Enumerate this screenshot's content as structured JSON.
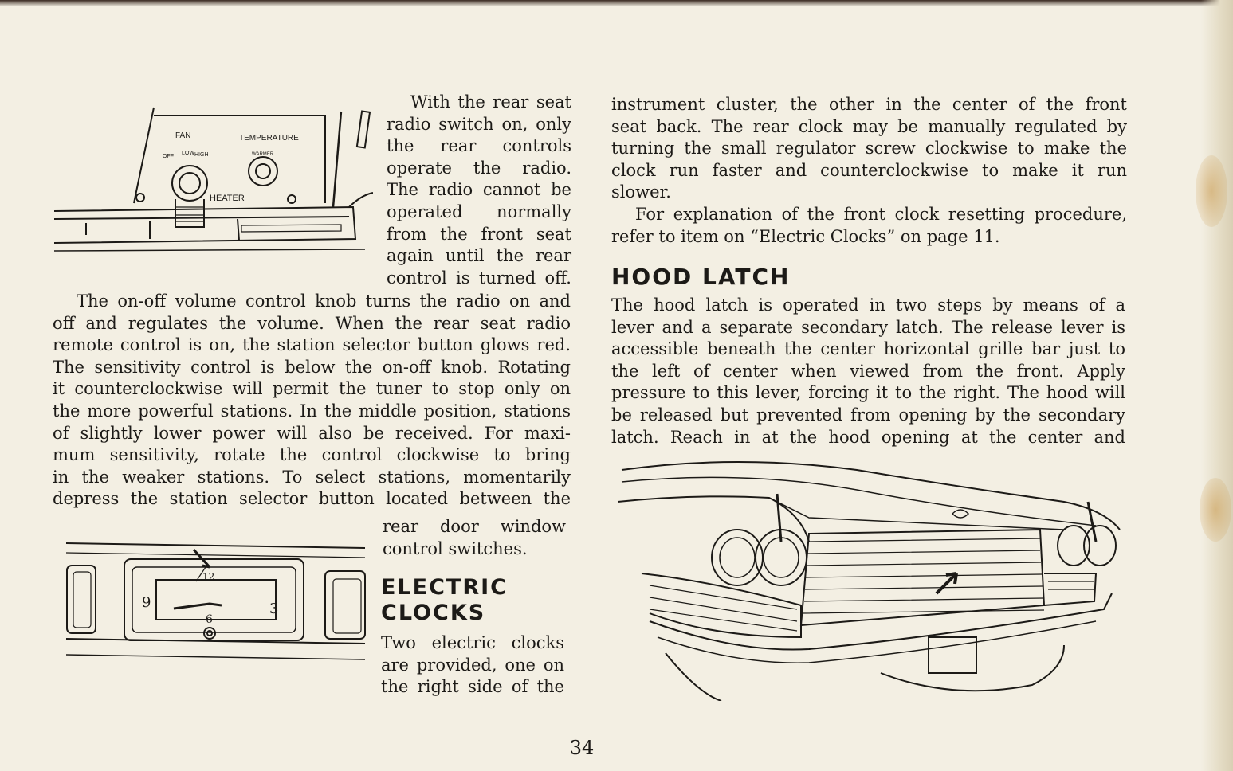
{
  "col1_top": {
    "lines": [
      "With the rear seat",
      "radio switch on, only",
      "the rear controls",
      "operate the radio.",
      "The radio cannot be",
      "operated normally",
      "from the front seat",
      "again until the rear",
      "control is turned off."
    ]
  },
  "col1_mid": {
    "lines": [
      "The on-off volume control knob turns the radio on and",
      "off and regulates the volume. When the rear seat radio",
      "remote control is on, the station selector button glows red.",
      "The sensitivity control is below the on-off knob. Rotating",
      "it counterclockwise will permit the tuner to stop only on",
      "the more powerful stations. In the middle position, stations",
      "of slightly lower power will also be received. For maxi-",
      "mum sensitivity, rotate the control clockwise to bring",
      "in the weaker stations. To select stations, momentarily",
      "depress the station selector button located between the"
    ]
  },
  "col1_low": {
    "lines": [
      "rear door window",
      "control switches."
    ]
  },
  "electric_clocks": {
    "heading_line1": "ELECTRIC",
    "heading_line2": "CLOCKS",
    "lines": [
      "Two electric clocks",
      "are provided, one on",
      "the right side of the"
    ]
  },
  "col2_top": {
    "lines": [
      "instrument cluster, the other in the center of the front",
      "seat back. The rear clock may be manually regulated by",
      "turning the small regulator screw clockwise to make the",
      "clock run faster and counterclockwise to make it run",
      "slower."
    ],
    "para2_lines": [
      "For explanation of the front clock resetting procedure,",
      "refer to item on “Electric Clocks” on page 11."
    ]
  },
  "hood_latch": {
    "heading": "HOOD LATCH",
    "lines": [
      "The hood latch is operated in two steps by means of a",
      "lever and a separate secondary latch. The release lever is",
      "accessible beneath the center horizontal grille bar just to",
      "the left of center when viewed from the front. Apply",
      "pressure to this lever, forcing it to the right. The hood will",
      "be released but prevented from opening by the secondary",
      "latch. Reach in at the hood opening at the center and"
    ]
  },
  "heater_illustration": {
    "label_fan": "FAN",
    "label_temperature": "TEMPERATURE",
    "label_off": "OFF",
    "label_low": "LOW",
    "label_high": "HIGH",
    "label_warmer": "WARMER",
    "label_heater": "HEATER"
  },
  "clock_illustration": {
    "numeral_9": "9",
    "numeral_3": "3",
    "numeral_6": "6",
    "numeral_12": "12"
  },
  "page_number": "34",
  "colors": {
    "paper": "#f3efe3",
    "ink": "#1c1a17",
    "stain": "#c8964a"
  }
}
